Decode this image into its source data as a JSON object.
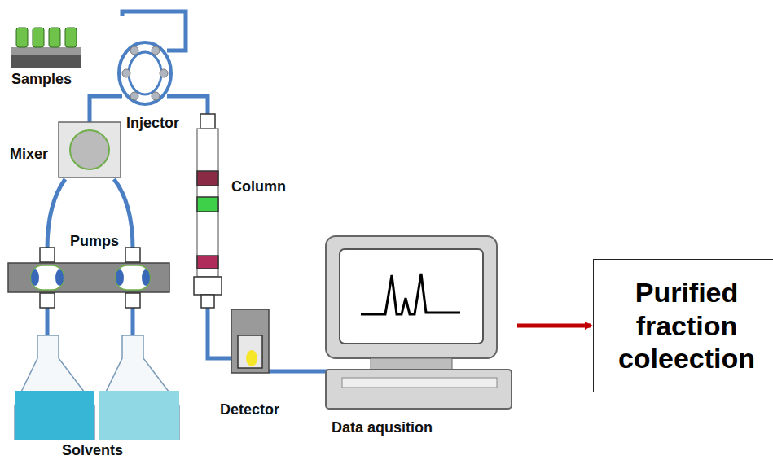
{
  "diagram": {
    "nodes": [
      {
        "text": [
          "Data aqusition"
        ]
      },
      {
        "text": [
          "Purified fraction coleection"
        ]
      }
    ],
    "edges": [
      {
        "from": 0,
        "to": 1,
        "arrow": "to"
      }
    ],
    "labels": [
      "Samples",
      "Injector",
      "Mixer",
      "Column",
      "Pumps",
      "Solvents",
      "Detector"
    ]
  }
}
